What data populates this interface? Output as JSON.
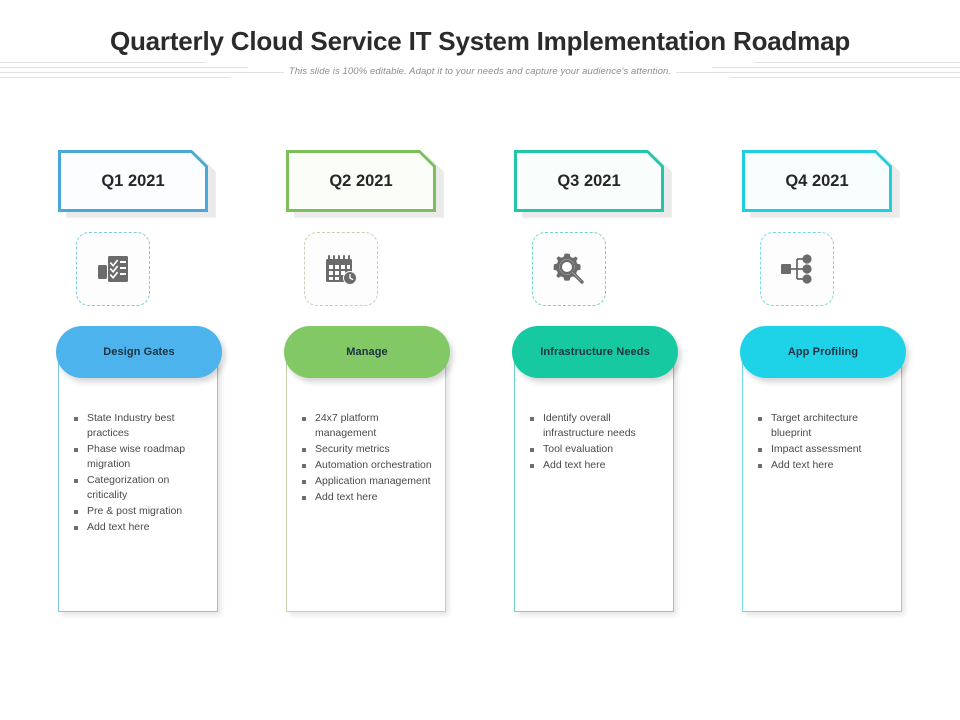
{
  "header": {
    "title": "Quarterly Cloud Service IT System Implementation Roadmap",
    "subtitle": "This slide is 100% editable. Adapt it to your needs and capture your audience's attention."
  },
  "columns": [
    {
      "quarter": "Q1 2021",
      "quarter_border_color": "#4aa8d8",
      "quarter_fill_color": "#fbfdfe",
      "icon": "checklist-icon",
      "icon_color": "#6b6b6b",
      "pill_label": "Design Gates",
      "pill_color": "#4cb3ec",
      "card_border_color": "#7ec8e3",
      "bullets": [
        "State Industry best practices",
        "Phase wise roadmap migration",
        "Categorization on criticality",
        "Pre & post migration",
        "Add text here"
      ]
    },
    {
      "quarter": "Q2 2021",
      "quarter_border_color": "#7cbf5a",
      "quarter_fill_color": "#fbfdf9",
      "icon": "calendar-clock-icon",
      "icon_color": "#6b6b6b",
      "pill_label": "Manage",
      "pill_color": "#82c864",
      "card_border_color": "#c9ceb0",
      "bullets": [
        "24x7 platform management",
        "Security metrics",
        "Automation orchestration",
        "Application management",
        "Add text here"
      ]
    },
    {
      "quarter": "Q3 2021",
      "quarter_border_color": "#21c7a8",
      "quarter_fill_color": "#f9fefd",
      "icon": "gear-search-icon",
      "icon_color": "#6b6b6b",
      "pill_label": "Infrastructure Needs",
      "pill_color": "#17c9a0",
      "card_border_color": "#6fd6c4",
      "bullets": [
        "Identify overall infrastructure needs",
        "Tool evaluation",
        "Add text here"
      ]
    },
    {
      "quarter": "Q4 2021",
      "quarter_border_color": "#1fcfe0",
      "quarter_fill_color": "#f8fdfe",
      "icon": "hierarchy-network-icon",
      "icon_color": "#6b6b6b",
      "pill_label": "App Profiling",
      "pill_color": "#1ed2e8",
      "card_border_color": "#74d9e6",
      "bullets": [
        "Target architecture blueprint",
        "Impact assessment",
        "Add text here"
      ]
    }
  ]
}
